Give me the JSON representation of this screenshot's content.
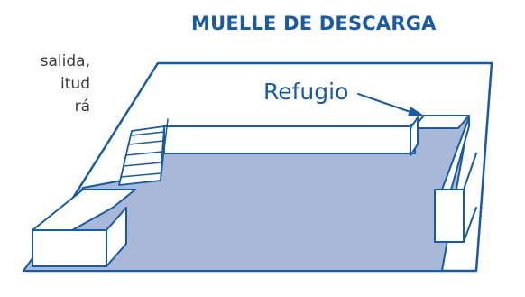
{
  "title": "MUELLE DE DESCARGA",
  "label_refugio": "Refugio",
  "body_text_lines": [
    "salida,",
    "itud",
    "rá"
  ],
  "colors": {
    "accent": "#1a5aa0",
    "floor": "#a7b8d8",
    "wall_face": "#ffffff",
    "text": "#3c3c3c"
  }
}
